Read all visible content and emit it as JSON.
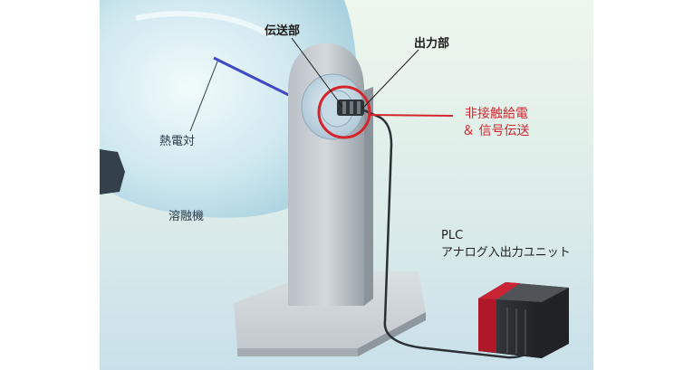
{
  "labels": {
    "transmitter": "伝送部",
    "output": "出力部",
    "thermocouple": "熱電対",
    "furnace": "溶融機",
    "contactless_line1": "非接触給電",
    "contactless_line2": "＆ 信号伝送",
    "plc_line1": "PLC",
    "plc_line2": "アナログ入出力ユニット"
  },
  "colors": {
    "highlight_circle": "#d3262c",
    "highlight_text": "#d3262c",
    "background_top": "#eaf5ec",
    "background_bottom": "#c8e1ec",
    "thermocouple_rod": "#3f48c8",
    "plc_accent": "#b0182a"
  }
}
